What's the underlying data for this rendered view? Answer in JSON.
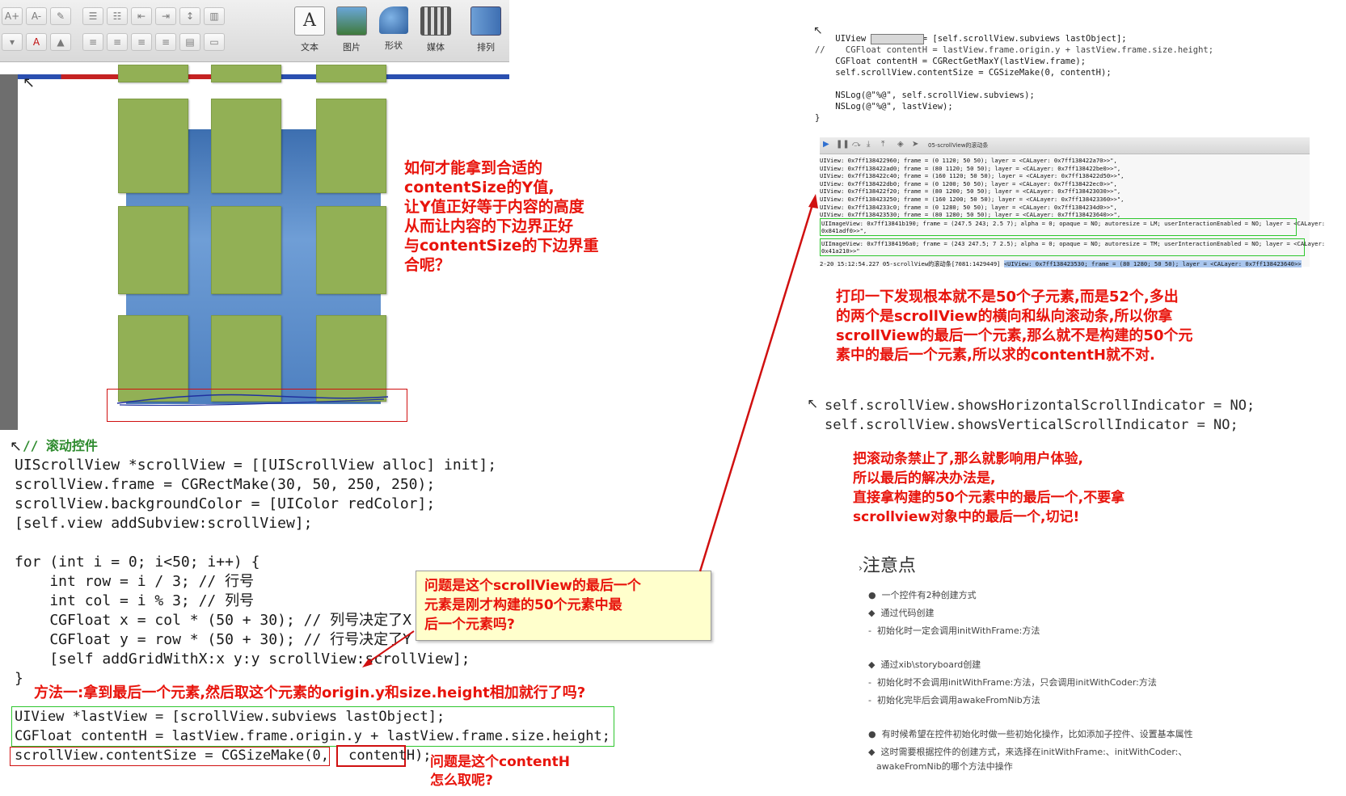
{
  "toolbar": {
    "font_a_plus": "A+",
    "font_a_minus": "A-",
    "text_label": "文本",
    "image_label": "图片",
    "shape_label": "形状",
    "media_label": "媒体",
    "arrange_label": "排列"
  },
  "annotations": {
    "question_main": "如何才能拿到合适的\ncontentSize的Y值,\n让Y值正好等于内容的高度\n从而让内容的下边界正好\n与contentSize的下边界重\n合呢？",
    "console_finding": "打印一下发现根本就不是50个子元素,而是52个,多出\n的两个是scrollView的横向和纵向滚动条,所以你拿\nscrollView的最后一个元素,那么就不是构建的50个元\n素中的最后一个元素,所以求的contentH就不对.",
    "solution": "把滚动条禁止了,那么就影响用户体验,\n所以最后的解决办法是,\n直接拿构建的50个元素中的最后一个,不要拿\nscrollview对象中的最后一个,切记!",
    "method_one": "方法一:拿到最后一个元素,然后取这个元素的origin.y和size.height相加就行了吗?",
    "contenth_question": "问题是这个contentH\n怎么取呢?",
    "yellow_note": "问题是这个scrollView的最后一个\n元素是刚才构建的50个元素中最\n后一个元素吗?"
  },
  "left_code": {
    "comment": "// 滚动控件",
    "l1": "UIScrollView *scrollView = [[UIScrollView alloc] init];",
    "l2": "scrollView.frame = CGRectMake(30, 50, 250, 250);",
    "l3": "scrollView.backgroundColor = [UIColor redColor];",
    "l4": "[self.view addSubview:scrollView];",
    "l5": "for (int i = 0; i<50; i++) {",
    "l6": "    int row = i / 3; // 行号",
    "l7": "    int col = i % 3; // 列号",
    "l8": "    CGFloat x = col * (50 + 30); // 列号决定了X",
    "l9": "    CGFloat y = row * (50 + 30); // 行号决定了Y",
    "l10": "    [self addGridWithX:x y:y scrollView:scrollView];",
    "l11": "}",
    "l12": "UIView *lastView = [scrollView.subviews lastObject];",
    "l13": "CGFloat contentH = lastView.frame.origin.y + lastView.frame.size.height;",
    "l14a": "scrollView.contentSize = CGSizeMake(0, ",
    "l14b": "contentH",
    "l14c": ");"
  },
  "top_code": {
    "l1": "    UIView *lastView = [self.scrollView.subviews lastObject];",
    "l2": "//    CGFloat contentH = lastView.frame.origin.y + lastView.frame.size.height;",
    "l3": "    CGFloat contentH = CGRectGetMaxY(lastView.frame);",
    "l4": "    self.scrollView.contentSize = CGSizeMake(0, contentH);",
    "l5": "    NSLog(@\"%@\", self.scrollView.subviews);",
    "l6": "    NSLog(@\"%@\", lastView);",
    "l7": "}"
  },
  "console": {
    "tab_title": "05-scrollView的滚动条",
    "lines": [
      "UIView: 0x7ff138422960; frame = (0 1120; 50 50); layer = <CALayer: 0x7ff138422a70>>\",",
      "UIView: 0x7ff138422ad0; frame = (80 1120; 50 50); layer = <CALayer: 0x7ff138422be0>>\",",
      "UIView: 0x7ff138422c40; frame = (160 1120; 50 50); layer = <CALayer: 0x7ff138422d50>>\",",
      "UIView: 0x7ff138422db0; frame = (0 1200; 50 50); layer = <CALayer: 0x7ff138422ec0>>\",",
      "UIView: 0x7ff138422f20; frame = (80 1200; 50 50); layer = <CALayer: 0x7ff138423030>>\",",
      "UIView: 0x7ff138423250; frame = (160 1200; 50 50); layer = <CALayer: 0x7ff138423360>>\",",
      "UIView: 0x7ff1384233c0; frame = (0 1280; 50 50); layer = <CALayer: 0x7ff1384234d0>>\",",
      "UIView: 0x7ff138423530; frame = (80 1280; 50 50); layer = <CALayer: 0x7ff138423640>>\","
    ],
    "img1a": "UIImageView: 0x7ff13841b190; frame = (247.5 243; 2.5 7); alpha = 0; opaque = NO; autoresize = LM; userInteractionEnabled = NO; layer = <CALayer:",
    "img1b": "0x841adf0>>\",",
    "img2a": "UIImageView: 0x7ff1384196a0; frame = (243 247.5; 7 2.5); alpha = 0; opaque = NO; autoresize = TM; userInteractionEnabled = NO; layer = <CALayer:",
    "img2b": "0x41a210>>\"",
    "last_a": "2-20 15:12:54.227 05-scrollView的滚动条[7081:1429449] ",
    "last_b": "<UIView: 0x7ff138423530; frame = (80 1280; 50 50); layer = <CALayer: 0x7ff138423640>>"
  },
  "indicator_code": {
    "l1": "self.scrollView.showsHorizontalScrollIndicator = NO;",
    "l2": "self.scrollView.showsVerticalScrollIndicator = NO;"
  },
  "notes": {
    "title": "注意点",
    "items": [
      "一个控件有2种创建方式",
      "通过代码创建",
      "初始化时一定会调用initWithFrame:方法",
      "通过xib\\storyboard创建",
      "初始化时不会调用initWithFrame:方法，只会调用initWithCoder:方法",
      "初始化完毕后会调用awakeFromNib方法",
      "有时候希望在控件初始化时做一些初始化操作，比如添加子控件、设置基本属性",
      "这时需要根据控件的创建方式，来选择在initWithFrame:、initWithCoder:、",
      "awakeFromNib的哪个方法中操作"
    ]
  }
}
